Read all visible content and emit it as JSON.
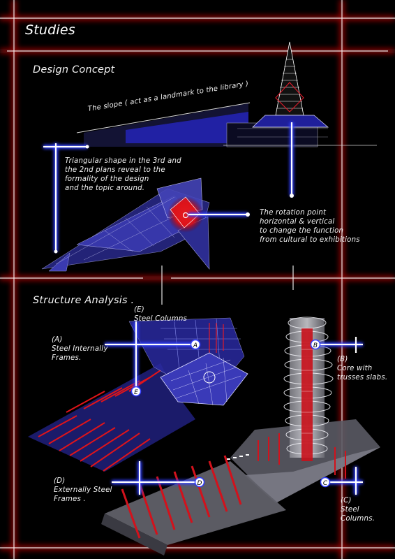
{
  "heading": "Studies",
  "design_concept": {
    "title": "Design Concept",
    "slope_note": "The slope ( act as a landmark to the library )",
    "triangle_note": "Triangular shape in the 3rd and\nthe 2nd plans reveal to the\nformality of the design\nand the topic around.",
    "rotation_note": "The rotation point\nhorizontal & vertical\nto change the function\nfrom cultural to exhibitions"
  },
  "structure_analysis": {
    "title": "Structure Analysis .",
    "label_e": "(E)\nSteel Columns",
    "label_a": "(A)\nSteel Internally\nFrames.",
    "label_b": "(B)\nCore with\ntrusses slabs.",
    "label_d": "(D)\nExternally Steel\nFrames .",
    "label_c": "(C)\nSteel\nColumns.",
    "marker_a": "A",
    "marker_b": "B",
    "marker_c": "C",
    "marker_d": "D",
    "marker_e": "E"
  },
  "colors": {
    "background": "#000000",
    "grid_glow": "#b01010",
    "callout_blue": "#2f3cff",
    "accent_red": "#e0141a",
    "model_blue": "#2a2a9a"
  }
}
